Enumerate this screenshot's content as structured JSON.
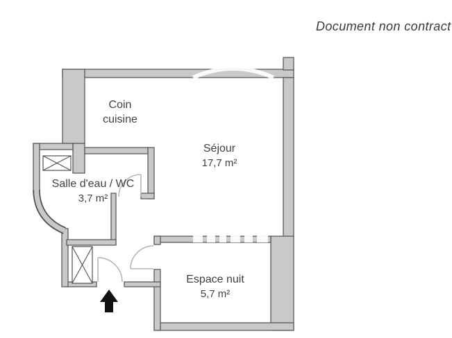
{
  "header": {
    "disclaimer": "Document non contract"
  },
  "rooms": {
    "kitchen": {
      "name_line1": "Coin",
      "name_line2": "cuisine"
    },
    "living": {
      "name": "Séjour",
      "area": "17,7 m²"
    },
    "bathroom": {
      "name": "Salle d'eau / WC",
      "area": "3,7 m²"
    },
    "bedroom": {
      "name": "Espace nuit",
      "area": "5,7 m²"
    }
  },
  "symbols": {
    "entrance_arrow": "up-arrow",
    "doors": 3,
    "shaft_boxes": 2,
    "watermark": "white-circle-logo"
  },
  "colors": {
    "background": "#ffffff",
    "wall_fill": "#c9c9c9",
    "wall_outline": "#4f4f4f",
    "door_arc": "#b3b3b3",
    "label_text": "#3f3f3f",
    "arrow": "#111111",
    "watermark": "#ffffff"
  }
}
